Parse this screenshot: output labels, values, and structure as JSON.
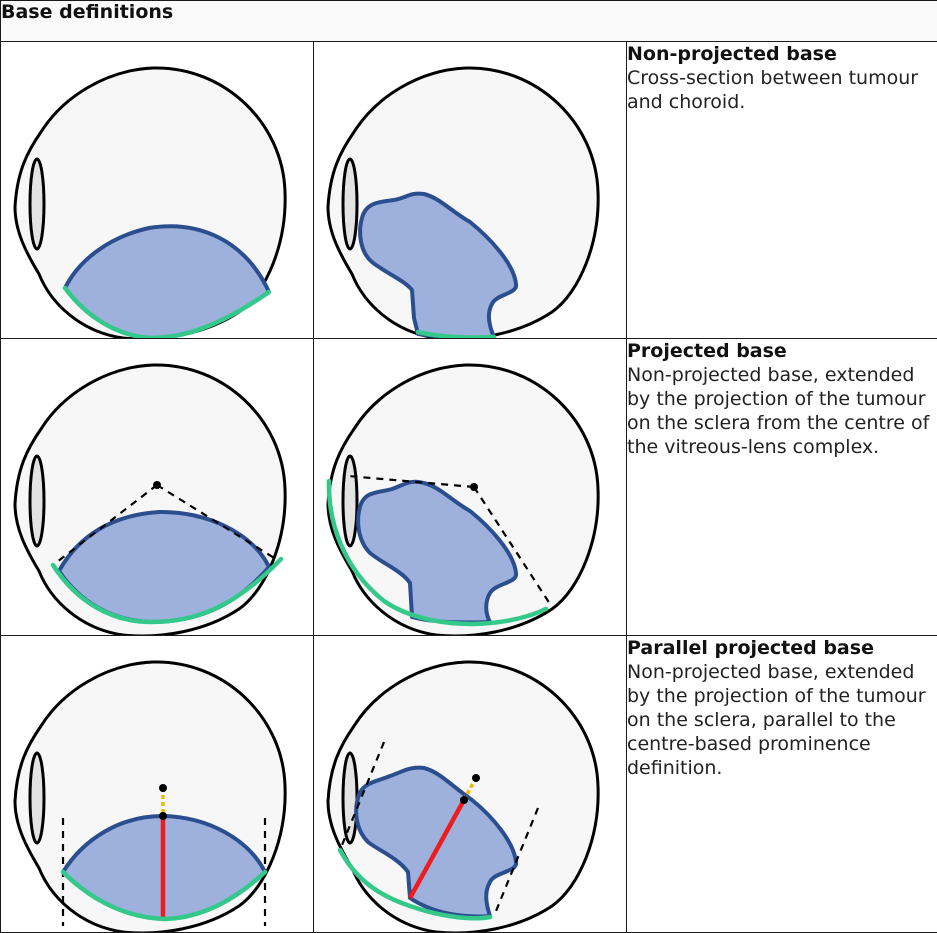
{
  "table": {
    "header": "Base definitions",
    "rows": [
      {
        "title": "Non-projected base",
        "body": "Cross-section between tumour and choroid."
      },
      {
        "title": "Projected base",
        "body": "Non-projected base, extended by the projection of the tumour on the sclera from the centre of the vitreous-lens complex."
      },
      {
        "title": "Parallel projected base",
        "body": "Non-projected base, extended by the projection of the tumour on the sclera, parallel to the centre-based prominence definition."
      }
    ]
  },
  "colors": {
    "tumour_fill": "#9db1dc",
    "tumour_outline": "#2b4e8e",
    "base_line": "#34c98a",
    "prominence_line": "#ee1c1c",
    "centre_offset": "#f5b800",
    "projection_lines": "#000000"
  }
}
